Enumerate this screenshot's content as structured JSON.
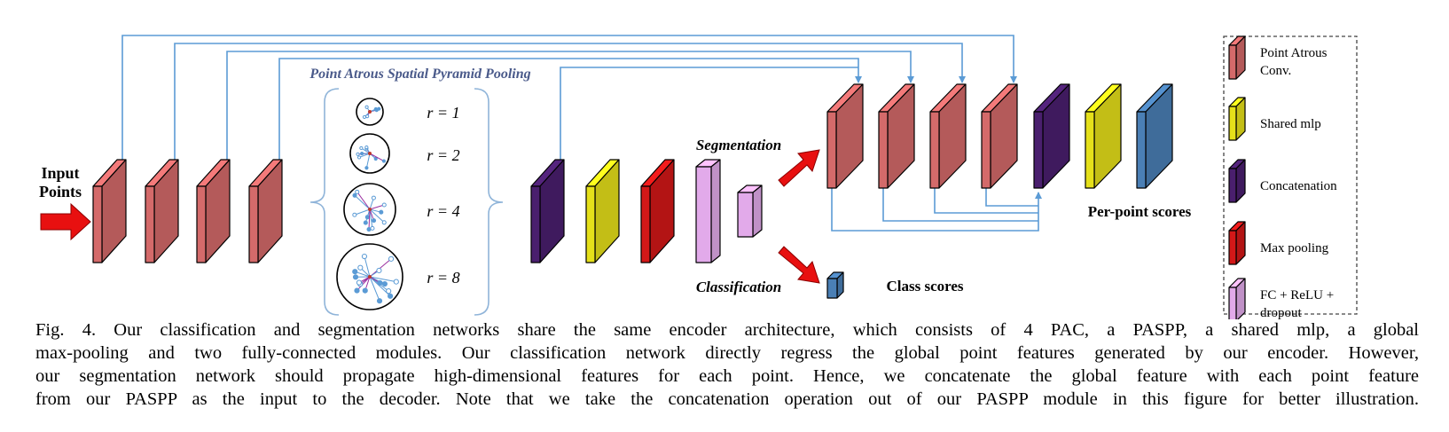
{
  "input_label": [
    "Input",
    "Points"
  ],
  "paspp_title": "Point Atrous Spatial Pyramid Pooling",
  "rates": [
    "r = 1",
    "r = 2",
    "r = 4",
    "r = 8"
  ],
  "segmentation_label": "Segmentation",
  "classification_label": "Classification",
  "per_point_scores": "Per-point scores",
  "class_scores": "Class scores",
  "legend": {
    "items": [
      {
        "label": [
          "Point Atrous",
          "Conv."
        ],
        "color": "#d46a6a",
        "kind": "pac-icon"
      },
      {
        "label": [
          "Shared mlp"
        ],
        "color": "#e5e01a",
        "kind": "shared-mlp-icon"
      },
      {
        "label": [
          "Concatenation"
        ],
        "color": "#4a1f6e",
        "kind": "concat-icon"
      },
      {
        "label": [
          "Max pooling"
        ],
        "color": "#d31818",
        "kind": "maxpool-icon"
      },
      {
        "label": [
          "FC + ReLU +",
          "dropout"
        ],
        "color": "#e2aaea",
        "kind": "fc-icon"
      }
    ]
  },
  "colors": {
    "pac": "#d46a6a",
    "shared_mlp": "#e5e01a",
    "concat": "#4a1f6e",
    "maxpool": "#d31818",
    "fc": "#e2aaea",
    "score": "#4a7fb5",
    "arrow": "#e81010",
    "skip": "#5b9bd5"
  },
  "caption_lines": [
    "Fig. 4.   Our classification and segmentation networks share the same encoder architecture, which consists of 4 PAC, a PASPP, a shared mlp, a global",
    "max-pooling and two fully-connected modules. Our classification network directly regress the global point features generated by our encoder. However,",
    "our segmentation network should propagate high-dimensional features for each point. Hence, we concatenate the global feature with each point feature",
    "from our PASPP as the input to the decoder. Note that we take the concatenation operation out of our PASPP module in this figure for better illustration."
  ]
}
